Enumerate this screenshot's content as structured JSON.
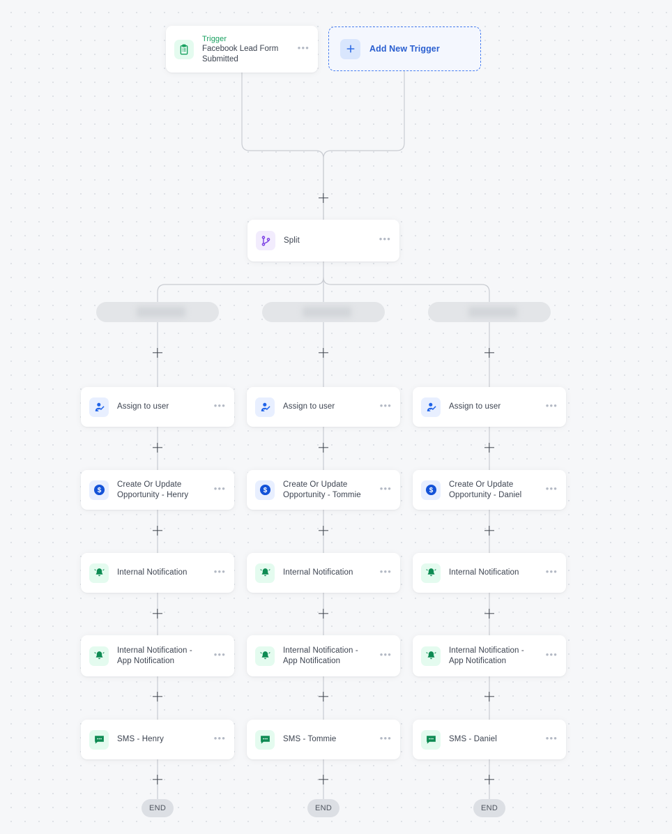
{
  "canvas": {
    "background_color": "#f6f7f9",
    "dot_color": "#dcdfe5"
  },
  "colors": {
    "trigger_green": "#17a05f",
    "accent_blue": "#2a5fd0",
    "split_purple": "#7b3fe4",
    "card_white": "#ffffff",
    "end_gray": "#dcdfe4",
    "text_dark": "#3c4350"
  },
  "trigger": {
    "label": "Trigger",
    "name": "Facebook Lead Form Submitted",
    "icon": "clipboard-icon",
    "menu": "•••"
  },
  "add_trigger": {
    "label": "Add New Trigger",
    "icon": "plus-icon"
  },
  "split": {
    "label": "Split",
    "icon": "branch-icon",
    "menu": "•••"
  },
  "branches": [
    {
      "condition_redacted": true,
      "steps": [
        {
          "label": "Assign to user",
          "icon": "assign-user-icon",
          "menu": "•••"
        },
        {
          "label": "Create Or Update Opportunity - Henry",
          "icon": "opportunity-dollar-icon",
          "menu": "•••"
        },
        {
          "label": "Internal Notification",
          "icon": "bell-icon",
          "menu": "•••"
        },
        {
          "label": "Internal Notification - App Notification",
          "icon": "bell-icon",
          "menu": "•••"
        },
        {
          "label": "SMS - Henry",
          "icon": "sms-icon",
          "menu": "•••"
        }
      ],
      "end_label": "END"
    },
    {
      "condition_redacted": true,
      "steps": [
        {
          "label": "Assign to user",
          "icon": "assign-user-icon",
          "menu": "•••"
        },
        {
          "label": "Create Or Update Opportunity - Tommie",
          "icon": "opportunity-dollar-icon",
          "menu": "•••"
        },
        {
          "label": "Internal Notification",
          "icon": "bell-icon",
          "menu": "•••"
        },
        {
          "label": "Internal Notification - App Notification",
          "icon": "bell-icon",
          "menu": "•••"
        },
        {
          "label": "SMS - Tommie",
          "icon": "sms-icon",
          "menu": "•••"
        }
      ],
      "end_label": "END"
    },
    {
      "condition_redacted": true,
      "steps": [
        {
          "label": "Assign to user",
          "icon": "assign-user-icon",
          "menu": "•••"
        },
        {
          "label": "Create Or Update Opportunity - Daniel",
          "icon": "opportunity-dollar-icon",
          "menu": "•••"
        },
        {
          "label": "Internal Notification",
          "icon": "bell-icon",
          "menu": "•••"
        },
        {
          "label": "Internal Notification - App Notification",
          "icon": "bell-icon",
          "menu": "•••"
        },
        {
          "label": "SMS - Daniel",
          "icon": "sms-icon",
          "menu": "•••"
        }
      ],
      "end_label": "END"
    }
  ]
}
